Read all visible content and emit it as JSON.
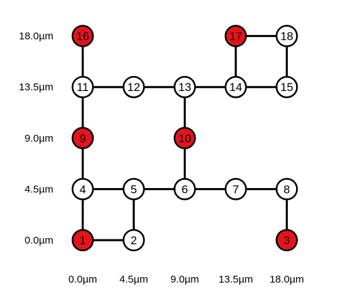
{
  "colors": {
    "active_fill": "#e8121a",
    "inactive_fill": "#ffffff",
    "stroke": "#000000"
  },
  "axes": {
    "x_ticks": [
      "0.0µm",
      "4.5µm",
      "9.0µm",
      "13.5µm",
      "18.0µm"
    ],
    "y_ticks": [
      "0.0µm",
      "4.5µm",
      "9.0µm",
      "13.5µm",
      "18.0µm"
    ]
  },
  "nodes": [
    {
      "id": "1",
      "label": "1",
      "x": 0.0,
      "y": 0.0,
      "active": true
    },
    {
      "id": "2",
      "label": "2",
      "x": 4.5,
      "y": 0.0,
      "active": false
    },
    {
      "id": "3",
      "label": "3",
      "x": 18.0,
      "y": 0.0,
      "active": true
    },
    {
      "id": "4",
      "label": "4",
      "x": 0.0,
      "y": 4.5,
      "active": false
    },
    {
      "id": "5",
      "label": "5",
      "x": 4.5,
      "y": 4.5,
      "active": false
    },
    {
      "id": "6",
      "label": "6",
      "x": 9.0,
      "y": 4.5,
      "active": false
    },
    {
      "id": "7",
      "label": "7",
      "x": 13.5,
      "y": 4.5,
      "active": false
    },
    {
      "id": "8",
      "label": "8",
      "x": 18.0,
      "y": 4.5,
      "active": false
    },
    {
      "id": "9",
      "label": "9",
      "x": 0.0,
      "y": 9.0,
      "active": true
    },
    {
      "id": "10",
      "label": "10",
      "x": 9.0,
      "y": 9.0,
      "active": true
    },
    {
      "id": "11",
      "label": "11",
      "x": 0.0,
      "y": 13.5,
      "active": false
    },
    {
      "id": "12",
      "label": "12",
      "x": 4.5,
      "y": 13.5,
      "active": false
    },
    {
      "id": "13",
      "label": "13",
      "x": 9.0,
      "y": 13.5,
      "active": false
    },
    {
      "id": "14",
      "label": "14",
      "x": 13.5,
      "y": 13.5,
      "active": false
    },
    {
      "id": "15",
      "label": "15",
      "x": 18.0,
      "y": 13.5,
      "active": false
    },
    {
      "id": "16",
      "label": "16",
      "x": 0.0,
      "y": 18.0,
      "active": true
    },
    {
      "id": "17",
      "label": "17",
      "x": 13.5,
      "y": 18.0,
      "active": true
    },
    {
      "id": "18",
      "label": "18",
      "x": 18.0,
      "y": 18.0,
      "active": false
    }
  ],
  "edges": [
    [
      "1",
      "2"
    ],
    [
      "1",
      "4"
    ],
    [
      "2",
      "5"
    ],
    [
      "3",
      "8"
    ],
    [
      "4",
      "5"
    ],
    [
      "5",
      "6"
    ],
    [
      "6",
      "7"
    ],
    [
      "7",
      "8"
    ],
    [
      "4",
      "9"
    ],
    [
      "6",
      "10"
    ],
    [
      "9",
      "11"
    ],
    [
      "10",
      "13"
    ],
    [
      "11",
      "12"
    ],
    [
      "12",
      "13"
    ],
    [
      "13",
      "14"
    ],
    [
      "14",
      "15"
    ],
    [
      "11",
      "16"
    ],
    [
      "14",
      "17"
    ],
    [
      "15",
      "18"
    ],
    [
      "17",
      "18"
    ]
  ]
}
